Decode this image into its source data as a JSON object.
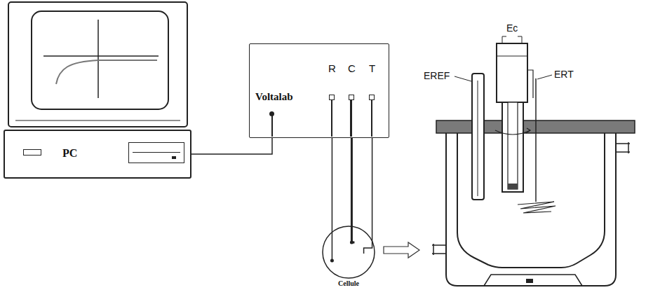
{
  "diagram": {
    "nodes": [
      {
        "text": [
          "PC"
        ]
      },
      {
        "text": [
          "Voltalab",
          "R",
          "C",
          "T"
        ]
      },
      {
        "text": [
          "Cellule"
        ]
      }
    ],
    "edges": [
      {
        "from": 0,
        "to": 1,
        "arrow": "none"
      },
      {
        "from": 1,
        "to": 2,
        "arrow": "none"
      },
      {
        "from": 1,
        "to": 2,
        "arrow": "none"
      },
      {
        "from": 1,
        "to": 2,
        "arrow": "none"
      }
    ],
    "labels": [
      "EREF",
      "Ec",
      "ERT"
    ]
  }
}
